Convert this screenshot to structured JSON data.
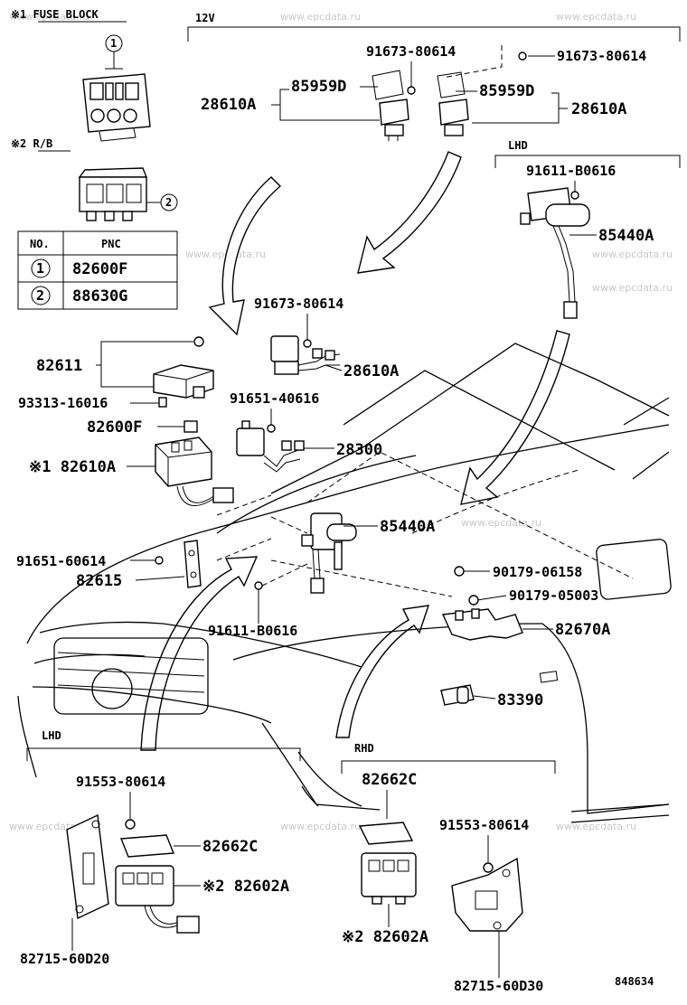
{
  "watermark": "www.epcdata.ru",
  "headings": {
    "fuse_block": "※1 FUSE BLOCK",
    "rb": "※2 R/B",
    "volt": "12V",
    "lhd_top": "LHD",
    "lhd_bottom": "LHD",
    "rhd": "RHD"
  },
  "table": {
    "col_no": "NO.",
    "col_pnc": "PNC",
    "rows": [
      {
        "no": "1",
        "pnc": "82600F"
      },
      {
        "no": "2",
        "pnc": "88630G"
      }
    ]
  },
  "circle_marks": {
    "one": "1",
    "two": "2"
  },
  "labels": {
    "p91673_a": "91673-80614",
    "p91673_b": "91673-80614",
    "p85959_a": "85959D",
    "p85959_b": "85959D",
    "p28610_a": "28610A",
    "p28610_b": "28610A",
    "p91611_top": "91611-B0616",
    "p85440_top": "85440A",
    "p91673_c": "91673-80614",
    "p82611": "82611",
    "p28610_c": "28610A",
    "p93313": "93313-16016",
    "p91651_a": "91651-40616",
    "p82600f": "82600F",
    "p28300": "28300",
    "p82610a": "※1 82610A",
    "p85440_mid": "85440A",
    "p91651_b": "91651-60614",
    "p90179_a": "90179-06158",
    "p82615": "82615",
    "p90179_b": "90179-05003",
    "p91611_mid": "91611-B0616",
    "p82670a": "82670A",
    "p83390": "83390",
    "p91553_a": "91553-80614",
    "p82662c_a": "82662C",
    "p82662c_b": "82662C",
    "p82602a_a": "※2 82602A",
    "p91553_b": "91553-80614",
    "p82602a_b": "※2 82602A",
    "p82715_a": "82715-60D20",
    "p82715_b": "82715-60D30",
    "fig_no": "848634"
  }
}
